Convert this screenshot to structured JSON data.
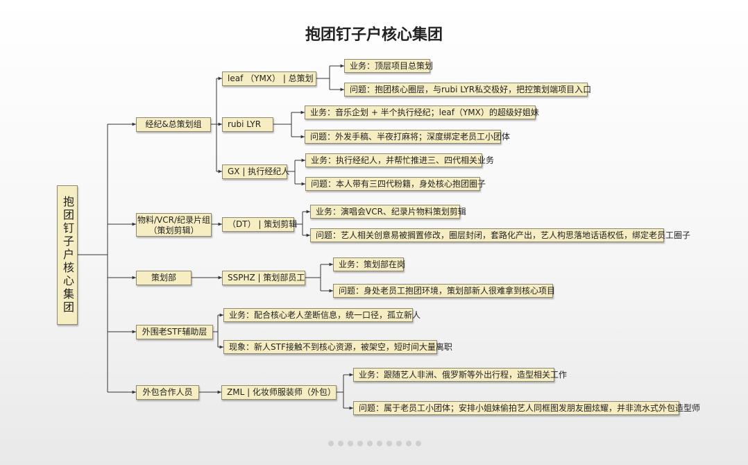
{
  "title": "抱团钉子户核心集团",
  "root": "抱团钉子户核心集团",
  "groups": [
    {
      "label": "经纪&总策划组"
    },
    {
      "label_line1": "物料/VCR/纪录片组",
      "label_line2": "（策划剪辑）"
    },
    {
      "label": "策划部"
    },
    {
      "label": "外围老STF辅助层"
    },
    {
      "label": "外包合作人员"
    }
  ],
  "persons": [
    "leaf （YMX） | 总策划",
    "rubi LYR",
    "GX | 执行经纪人",
    "（DT） | 策划剪辑",
    "SSPHZ | 策划部员工",
    "ZML | 化妆师服装师（外包）"
  ],
  "details": [
    "业务：顶层项目总策划",
    "问题：抱团核心圈层，与rubi LYR私交极好，把控策划端项目入口",
    "业务：音乐企划 + 半个执行经纪；leaf（YMX）的超级好姐妹",
    "问题：外发手稿、半夜打麻将；深度绑定老员工小团体",
    "业务：执行经纪人，并帮忙推进三、四代相关业务",
    "问题：本人带有三四代粉籍，身处核心抱团圈子",
    "业务：演唱会VCR、纪录片物料策划剪辑",
    "问题：艺人相关创意易被搁置修改，圈层封闭，套路化产出，艺人构思落地话语权低，绑定老员工圈子",
    "业务：策划部在岗",
    "问题：身处老员工抱团环境，策划部新人很难拿到核心项目",
    "业务：配合核心老人垄断信息，统一口径，孤立新人",
    "现象：新人STF接触不到核心资源，被架空，短时间大量离职",
    "业务：跟随艺人非洲、俄罗斯等外出行程，造型相关工作",
    "问题：属于老员工小团体；安排小姐妹偷拍艺人同框图发朋友圈炫耀，并非流水式外包造型师"
  ],
  "colors": {
    "box_fill": "#f6edc3",
    "box_border": "#8c8870",
    "line": "#333333"
  }
}
